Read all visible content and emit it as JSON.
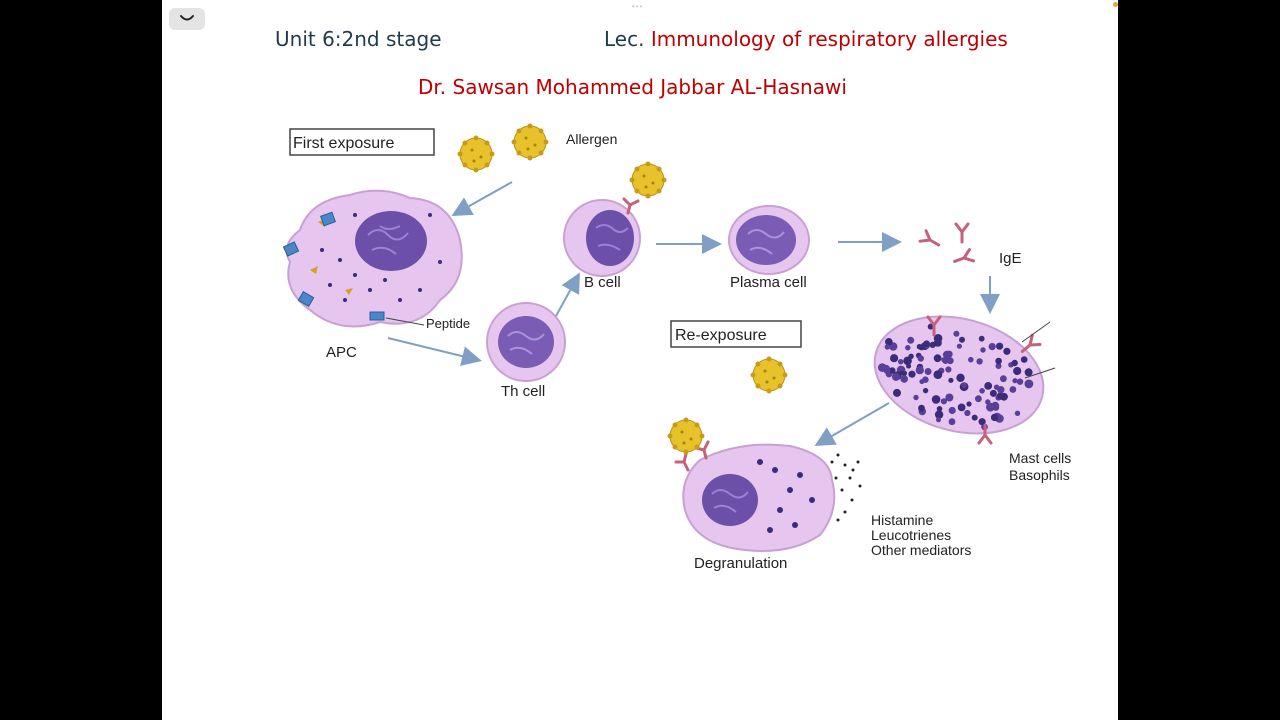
{
  "toolbar": {
    "collapse_glyph": "⌣",
    "collapse_icon": "chevron-down-icon"
  },
  "header": {
    "unit": "Unit 6:2nd  stage",
    "lec_prefix": "Lec.",
    "lec_title": "Immunology of respiratory allergies",
    "author": "Dr. Sawsan Mohammed Jabbar AL-Hasnawi"
  },
  "diagram": {
    "first_exposure": "First exposure",
    "re_exposure": "Re-exposure",
    "allergen": "Allergen",
    "apc": "APC",
    "peptide": "Peptide",
    "th_cell": "Th cell",
    "b_cell": "B cell",
    "plasma_cell": "Plasma cell",
    "ige": "IgE",
    "mast_cells": "Mast cells",
    "basophils": "Basophils",
    "histamine": "Histamine",
    "leucotrienes": "Leucotrienes",
    "other_mediators": "Other mediators",
    "degranulation": "Degranulation"
  },
  "colors": {
    "header_text": "#1f3b4d",
    "title_red": "#c00000",
    "arrow": "#7f9fc4",
    "cell_fill": "#e6c6ee",
    "nucleus": "#6b4fa8",
    "allergen": "#e8c22a",
    "ige": "#c5617a"
  }
}
